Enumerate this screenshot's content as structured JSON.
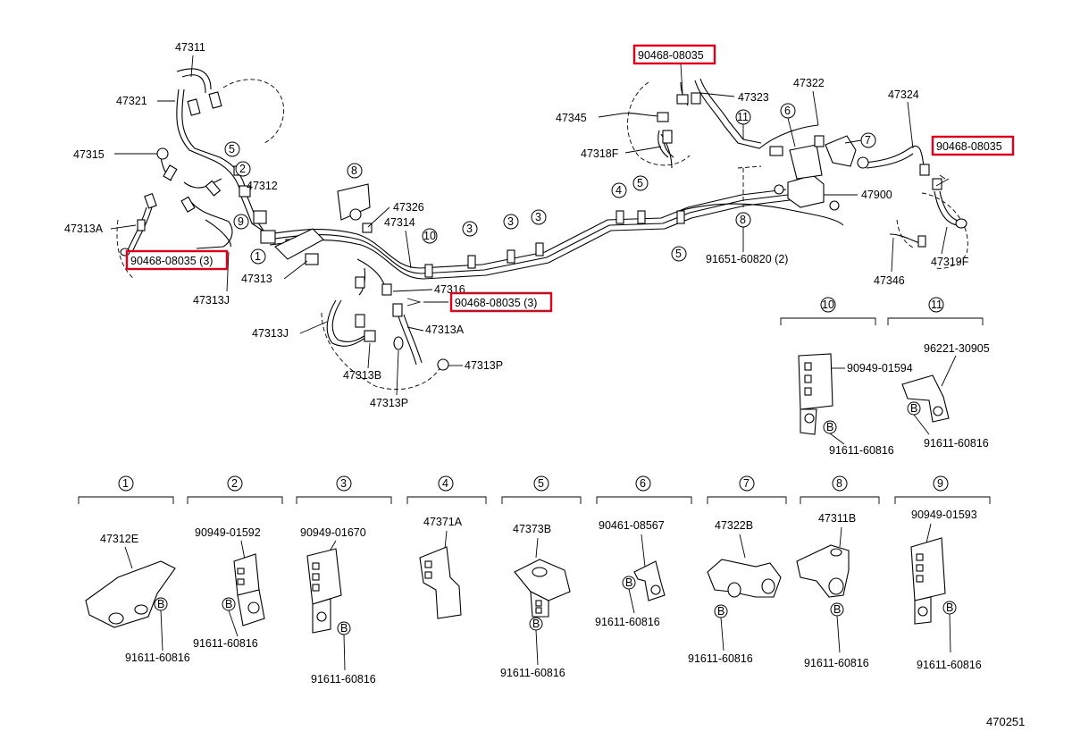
{
  "diagram_id": "470251",
  "highlight_color": "#e0001a",
  "labels": {
    "p47311": "47311",
    "p47321": "47321",
    "p47315": "47315",
    "p47313A_left": "47313A",
    "p47312": "47312",
    "p47313J_left": "47313J",
    "p47313": "47313",
    "p47326": "47326",
    "p47314": "47314",
    "p47316": "47316",
    "p47313J_center": "47313J",
    "p47313A_center": "47313A",
    "p47313P_right": "47313P",
    "p47313B": "47313B",
    "p47313P_bottom": "47313P",
    "p47345": "47345",
    "p47318F": "47318F",
    "p47323": "47323",
    "p47322": "47322",
    "p47324": "47324",
    "p47900": "47900",
    "p91651": "91651-60820 (2)",
    "p47319F": "47319F",
    "p47346": "47346"
  },
  "highlighted": {
    "top_center": "90468-08035",
    "right": "90468-08035",
    "left": "90468-08035 (3)",
    "center": "90468-08035 (3)"
  },
  "callouts": {
    "c1": "1",
    "c2": "2",
    "c3a": "3",
    "c3b": "3",
    "c3c": "3",
    "c4": "4",
    "c5a": "5",
    "c5b": "5",
    "c5c": "5",
    "c6": "6",
    "c7": "7",
    "c8a": "8",
    "c8b": "8",
    "c9": "9",
    "c10": "10",
    "c11": "11"
  },
  "bolt_marker": "B",
  "detail_groups": [
    {
      "num": "1",
      "part": "47312E",
      "bolt": "91611-60816"
    },
    {
      "num": "2",
      "part": "90949-01592",
      "bolt": "91611-60816"
    },
    {
      "num": "3",
      "part": "90949-01670",
      "bolt": "91611-60816"
    },
    {
      "num": "4",
      "part": "47371A",
      "bolt": ""
    },
    {
      "num": "5",
      "part": "47373B",
      "bolt": "91611-60816"
    },
    {
      "num": "6",
      "part": "90461-08567",
      "bolt": "91611-60816"
    },
    {
      "num": "7",
      "part": "47322B",
      "bolt": "91611-60816"
    },
    {
      "num": "8",
      "part": "47311B",
      "bolt": "91611-60816"
    },
    {
      "num": "9",
      "part": "90949-01593",
      "bolt": "91611-60816"
    },
    {
      "num": "10",
      "part": "90949-01594",
      "bolt": "91611-60816"
    },
    {
      "num": "11",
      "part": "96221-30905",
      "bolt": "91611-60816"
    }
  ]
}
